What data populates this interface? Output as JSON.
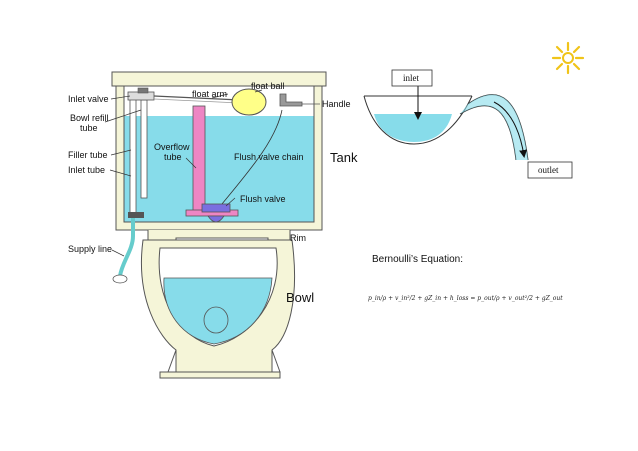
{
  "labels": {
    "inlet_valve": "Inlet valve",
    "bowl_refill_tube_1": "Bowl refill",
    "bowl_refill_tube_2": "tube",
    "filler_tube": "Filler tube",
    "inlet_tube": "Inlet tube",
    "supply_line": "Supply line",
    "float_arm": "float arm",
    "float_ball": "float ball",
    "handle": "Handle",
    "overflow_tube_1": "Overflow",
    "overflow_tube_2": "tube",
    "flush_valve_chain": "Flush valve chain",
    "flush_valve": "Flush valve",
    "tank": "Tank",
    "rim": "Rim",
    "bowl": "Bowl",
    "inlet_box": "inlet",
    "outlet_box": "outlet",
    "bernoulli_title": "Bernoulli’s Equation:",
    "equation": "p_in/ρ + v_in²/2 + gZ_in + h_loss = p_out/ρ + v_out²/2 + gZ_out"
  },
  "colors": {
    "water": "#87dcea",
    "porcelain": "#f5f5d8",
    "outline": "#555555",
    "overflow_tube": "#ee86c4",
    "float_ball": "#ffff88",
    "flush_valve": "#7a6fe0",
    "supply_line": "#66cccc",
    "sun_icon": "#f0c419",
    "arrow": "#111111"
  },
  "icons": {
    "corner": "sun-icon"
  }
}
